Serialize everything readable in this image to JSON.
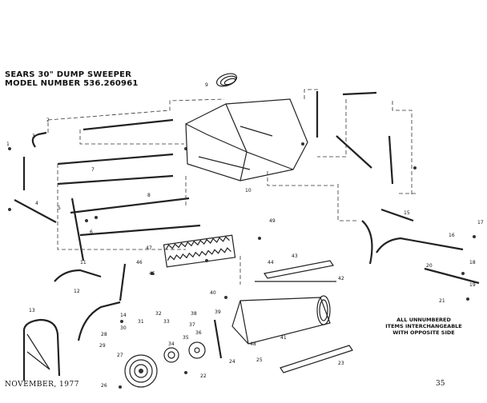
{
  "title_line1": "SEARS 30\" DUMP SWEEPER",
  "title_line2": "MODEL NUMBER 536.260961",
  "note_line1": "ALL UNNUMBERED",
  "note_line2": "ITEMS INTERCHANGEABLE",
  "note_line3": "WITH OPPOSITE SIDE",
  "date": "NOVEMBER, 1977",
  "page_number": "35",
  "callouts": [
    "1",
    "2",
    "3",
    "4",
    "5",
    "6",
    "7",
    "8",
    "9",
    "10",
    "11",
    "12",
    "13",
    "14",
    "15",
    "16",
    "17",
    "18",
    "19",
    "20",
    "21",
    "22",
    "23",
    "24",
    "25",
    "26",
    "27",
    "28",
    "29",
    "30",
    "31",
    "32",
    "33",
    "34",
    "35",
    "36",
    "37",
    "38",
    "39",
    "40",
    "41",
    "42",
    "43",
    "44",
    "45",
    "46",
    "47",
    "48",
    "49"
  ]
}
